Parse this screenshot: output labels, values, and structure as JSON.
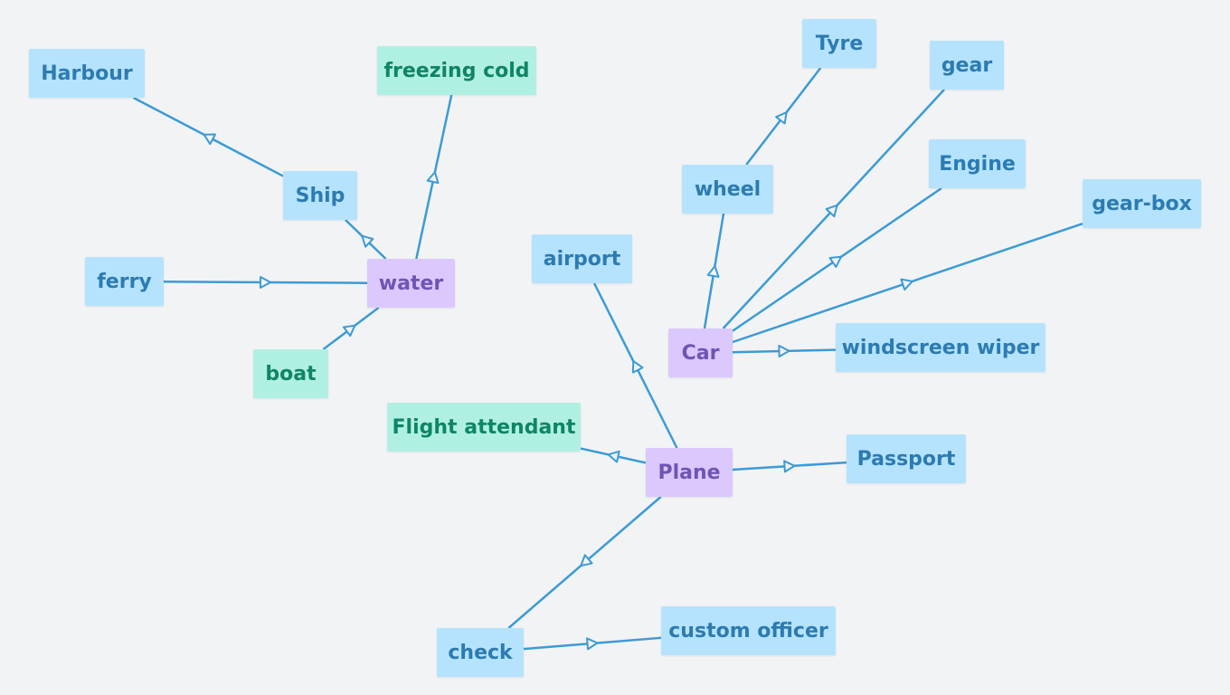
{
  "colors": {
    "edge": "#3b9bd5",
    "topic_bg": "#b5e3fd",
    "topic_text": "#2c7bb1",
    "attr_bg": "#b0f0e3",
    "attr_text": "#0e8567",
    "hub_bg": "#dbc8fd",
    "hub_text": "#6f55b3"
  },
  "nodes": {
    "harbour": "Harbour",
    "freezing_cold": "freezing cold",
    "ship": "Ship",
    "ferry": "ferry",
    "water": "water",
    "boat": "boat",
    "tyre": "Tyre",
    "gear": "gear",
    "engine": "Engine",
    "gear_box": "gear-box",
    "wheel": "wheel",
    "airport": "airport",
    "car": "Car",
    "windscreen_wiper": "windscreen wiper",
    "flight_attendant": "Flight attendant",
    "plane": "Plane",
    "passport": "Passport",
    "check": "check",
    "custom_officer": "custom officer"
  },
  "edges": [
    {
      "from": "ship",
      "to": "harbour"
    },
    {
      "from": "water",
      "to": "ship"
    },
    {
      "from": "water",
      "to": "freezing_cold"
    },
    {
      "from": "ferry",
      "to": "water"
    },
    {
      "from": "boat",
      "to": "water"
    },
    {
      "from": "wheel",
      "to": "tyre"
    },
    {
      "from": "car",
      "to": "wheel"
    },
    {
      "from": "car",
      "to": "gear"
    },
    {
      "from": "car",
      "to": "engine"
    },
    {
      "from": "car",
      "to": "gear_box"
    },
    {
      "from": "car",
      "to": "windscreen_wiper"
    },
    {
      "from": "plane",
      "to": "airport"
    },
    {
      "from": "plane",
      "to": "flight_attendant"
    },
    {
      "from": "plane",
      "to": "passport"
    },
    {
      "from": "plane",
      "to": "check"
    },
    {
      "from": "check",
      "to": "custom_officer"
    }
  ]
}
